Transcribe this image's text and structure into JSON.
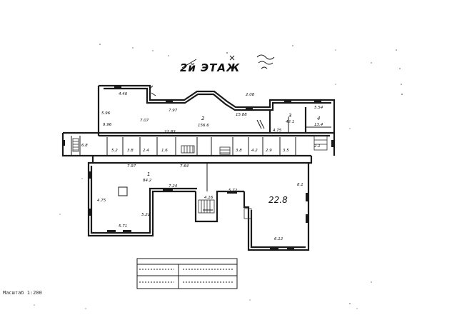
{
  "floor_title": "2й ЭТАЖ",
  "scale_label": "Масштаб 1:200",
  "rooms": [
    {
      "number": "2",
      "area": "156.6"
    },
    {
      "number": "1",
      "area": "84.2"
    },
    {
      "number": "3",
      "area": "42.1"
    },
    {
      "number": "4",
      "area": "13.4"
    },
    {
      "number": "",
      "area": "22.8"
    }
  ],
  "small_labels": [
    "6.8",
    "5.2",
    "3.8",
    "2.4",
    "1.6",
    "3.8",
    "4.2",
    "2.9",
    "3.5",
    "2.1"
  ],
  "dimensions": [
    "4.40",
    "5.96",
    "7.97",
    "2.08",
    "7.07",
    "4.75",
    "15.88",
    "5.54",
    "9.96",
    "22.83",
    "7.97",
    "7.64",
    "7.24",
    "5.72",
    "4.16",
    "5.71",
    "5.22",
    "6.12",
    "4.75",
    "8.1"
  ],
  "colors": {
    "ink": "#1a1a1a",
    "paper": "#ffffff"
  }
}
